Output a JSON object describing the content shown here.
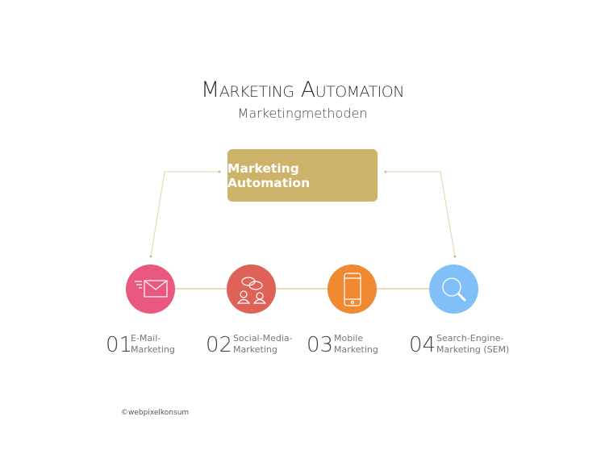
{
  "title": "Marketing Automation",
  "subtitle": "Marketingmethoden",
  "center_box": "Marketing Automation",
  "methods": [
    {
      "num": "01",
      "line1": "E-Mail-",
      "line2": "Marketing",
      "icon": "envelope-icon",
      "color": "#e9587e"
    },
    {
      "num": "02",
      "line1": "Social-Media-",
      "line2": "Marketing",
      "icon": "chat-people-icon",
      "color": "#df6259"
    },
    {
      "num": "03",
      "line1": "Mobile",
      "line2": "Marketing",
      "icon": "smartphone-icon",
      "color": "#ef8a33"
    },
    {
      "num": "04",
      "line1": "Search-Engine-",
      "line2": "Marketing (SEM)",
      "icon": "magnifier-icon",
      "color": "#80bff8"
    }
  ],
  "credit": "©webpixelkonsum"
}
